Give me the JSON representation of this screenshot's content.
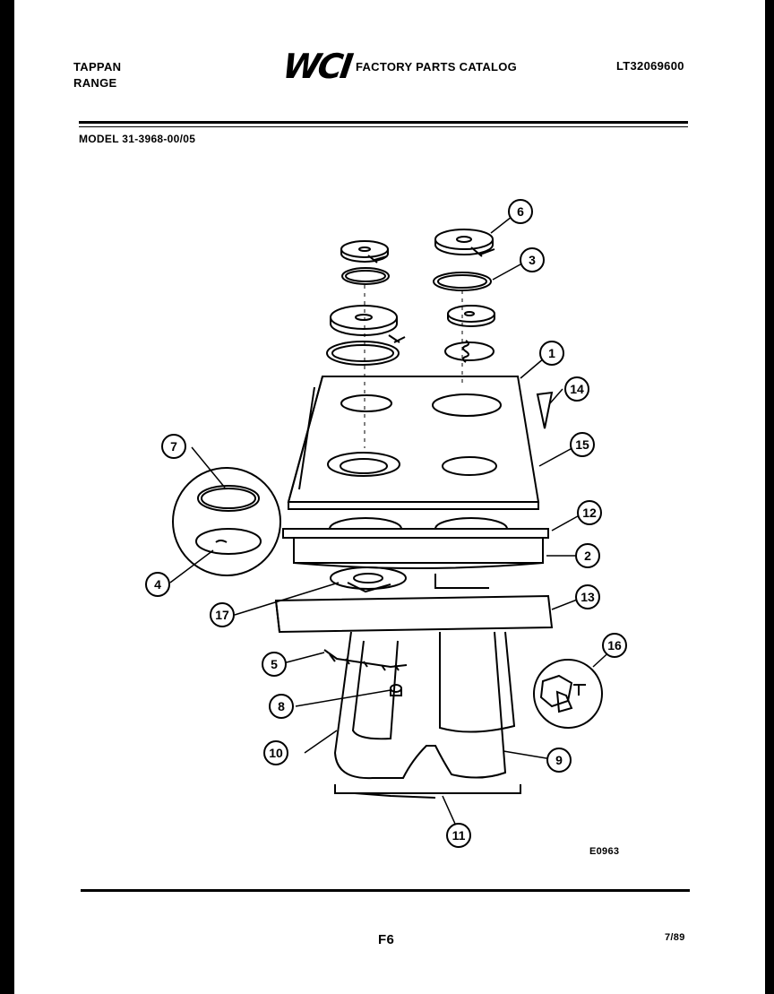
{
  "header": {
    "brand_line1": "TAPPAN",
    "brand_line2": "RANGE",
    "logo_text": "WCI",
    "catalog_title": "FACTORY PARTS CATALOG",
    "catalog_number": "LT32069600",
    "model": "MODEL 31-3968-00/05"
  },
  "diagram": {
    "callouts": [
      "1",
      "2",
      "3",
      "4",
      "5",
      "6",
      "7",
      "8",
      "9",
      "10",
      "11",
      "12",
      "13",
      "14",
      "15",
      "16",
      "17"
    ],
    "drawing_code": "E0963"
  },
  "footer": {
    "page": "F6",
    "date_code": "7/89"
  }
}
